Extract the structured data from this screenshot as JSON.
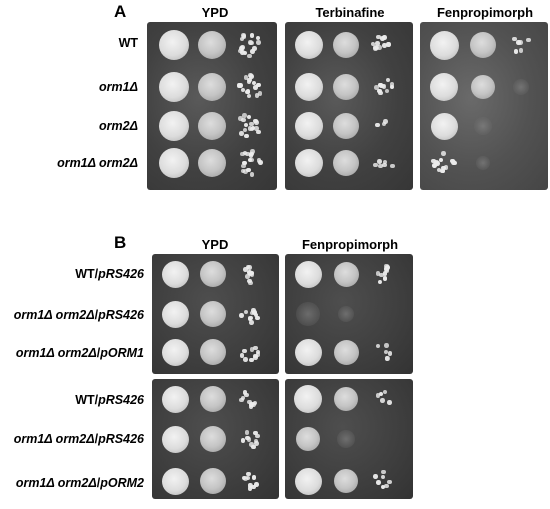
{
  "panel_a": {
    "letter": "A",
    "columns": [
      "YPD",
      "Terbinafine",
      "Fenpropimorph"
    ],
    "rows": [
      {
        "label_plain": "WT",
        "label_italic": ""
      },
      {
        "label_plain": "",
        "label_italic": "orm1Δ"
      },
      {
        "label_plain": "",
        "label_italic": "orm2Δ"
      },
      {
        "label_plain": "",
        "label_italic": "orm1Δ orm2Δ"
      }
    ]
  },
  "panel_b": {
    "letter": "B",
    "columns": [
      "YPD",
      "Fenpropimorph"
    ],
    "rows": [
      {
        "label_italic": "",
        "label_plain": "WT/",
        "label_italic2": "pRS426"
      },
      {
        "label_italic": "orm1Δ orm2Δ",
        "label_plain": "/",
        "label_italic2": "pRS426"
      },
      {
        "label_italic": "orm1Δ orm2Δ",
        "label_plain": "/",
        "label_italic2": "pORM1"
      },
      {
        "label_italic": "",
        "label_plain": "WT/",
        "label_italic2": "pRS426"
      },
      {
        "label_italic": "orm1Δ orm2Δ",
        "label_plain": "/",
        "label_italic2": "pRS426"
      },
      {
        "label_italic": "orm1Δ orm2Δ",
        "label_plain": "/",
        "label_italic2": "pORM2"
      }
    ]
  }
}
